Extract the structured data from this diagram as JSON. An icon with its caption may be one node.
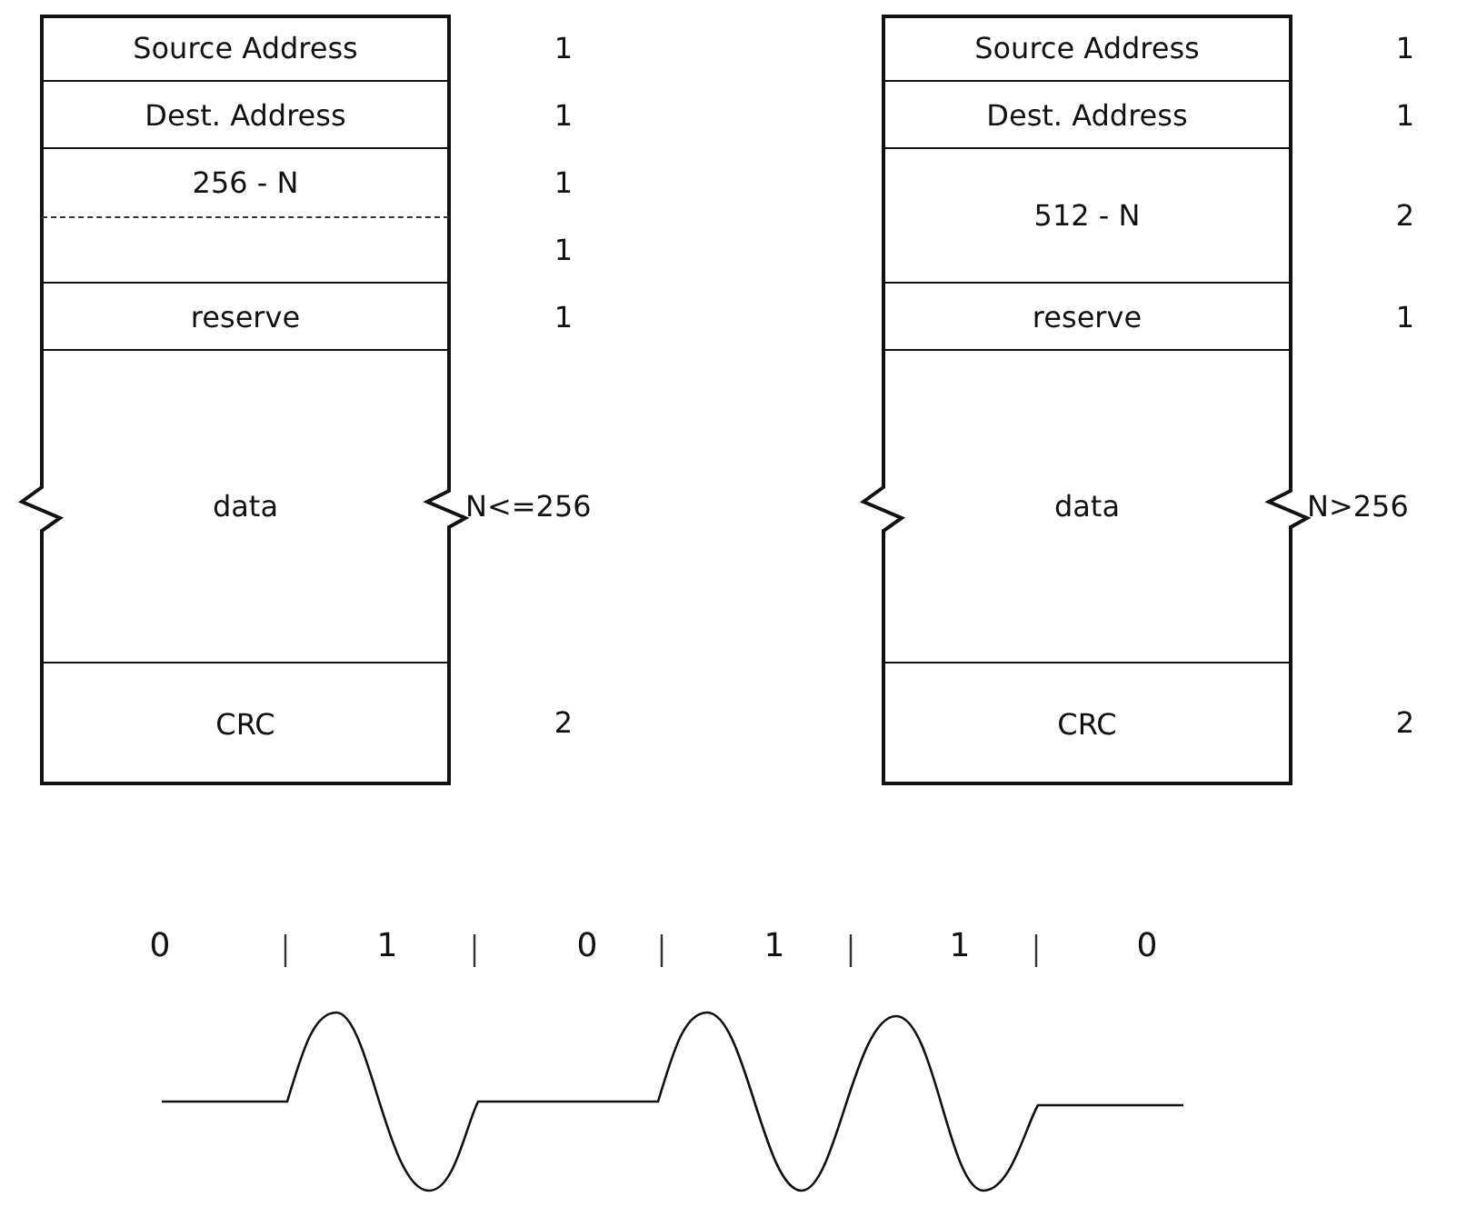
{
  "diagram": {
    "nodes": [
      {
        "text": [],
        "shape": "box"
      },
      {
        "text": [
          "Source Address"
        ],
        "in": 0
      },
      {
        "text": [
          "Dest. Address"
        ],
        "in": 0
      },
      {
        "text": [
          "256 - N"
        ],
        "in": 0
      },
      {
        "text": [],
        "shape": "box",
        "in": 0
      },
      {
        "text": [
          "reserve"
        ],
        "in": 0
      },
      {
        "text": [
          "data"
        ],
        "in": 0,
        "beside": [
          "N<=256"
        ]
      },
      {
        "text": [
          "CRC"
        ],
        "in": 0
      },
      {
        "text": [],
        "shape": "box"
      },
      {
        "text": [
          "Source Address"
        ],
        "in": 8
      },
      {
        "text": [
          "Dest. Address"
        ],
        "in": 8
      },
      {
        "text": [
          "512 - N"
        ],
        "in": 8
      },
      {
        "text": [
          "reserve"
        ],
        "in": 8
      },
      {
        "text": [
          "data"
        ],
        "in": 8,
        "beside": [
          "N>256"
        ]
      },
      {
        "text": [
          "CRC"
        ],
        "in": 8
      }
    ],
    "edges": [],
    "labels": [
      "1",
      "1",
      "1",
      "1",
      "1",
      "2",
      "1",
      "1",
      "1",
      "2",
      "2",
      "0",
      "1",
      "0",
      "1",
      "1",
      "0"
    ]
  }
}
